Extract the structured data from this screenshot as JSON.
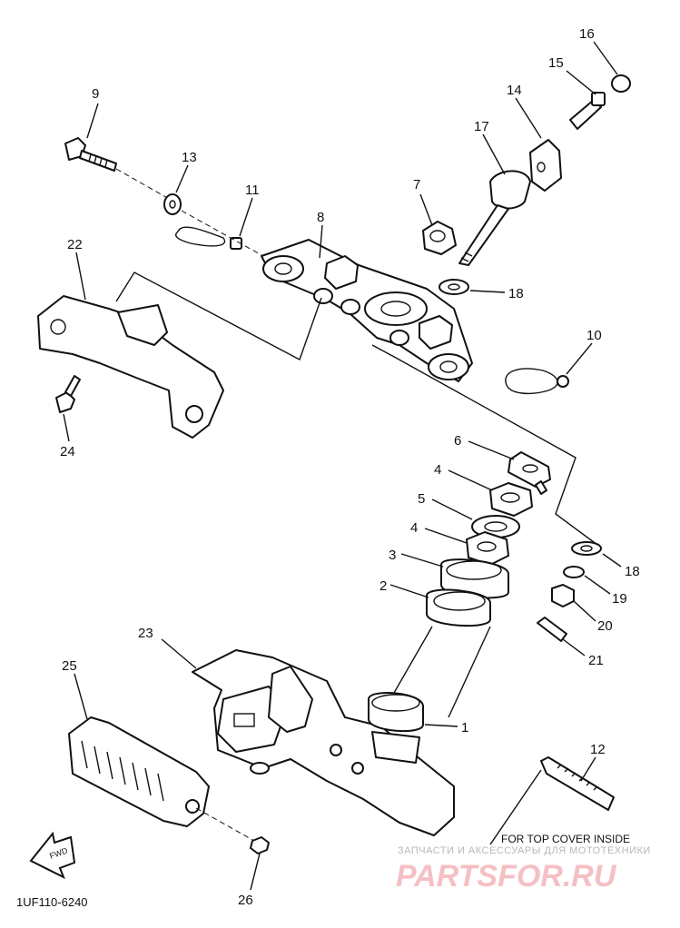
{
  "callouts": [
    "9",
    "13",
    "11",
    "8",
    "7",
    "17",
    "14",
    "15",
    "16",
    "22",
    "18",
    "10",
    "24",
    "6",
    "4",
    "5",
    "4",
    "3",
    "2",
    "18",
    "19",
    "20",
    "21",
    "23",
    "1",
    "25",
    "12",
    "26"
  ],
  "note_text": "FOR TOP COVER INSIDE",
  "fwd_label": "FWD",
  "diagram_code": "1UF110-6240",
  "watermark": {
    "line1": "ЗАПЧАСТИ И АКСЕССУАРЫ ДЛЯ МОТОТЕХНИКИ",
    "line2": "PARTSFOR.RU",
    "color": "#e8323c"
  }
}
